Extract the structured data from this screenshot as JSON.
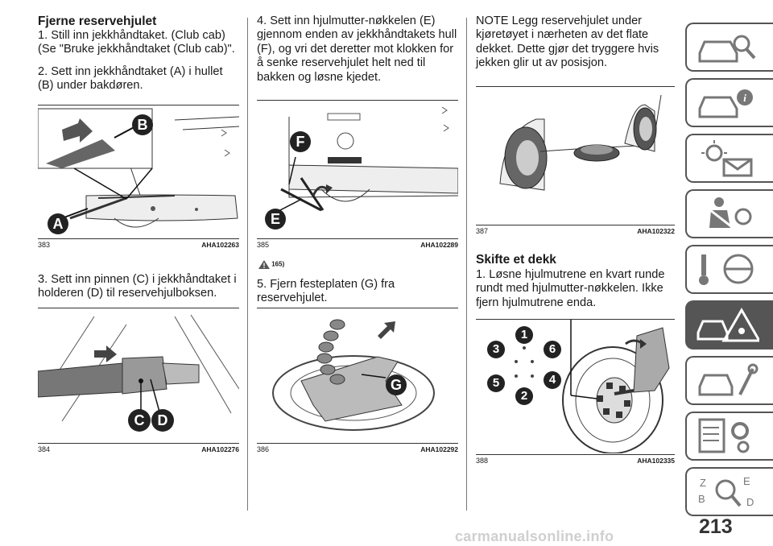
{
  "column1": {
    "heading": "Fjerne reservehjulet",
    "step1": "1. Still inn jekkhåndtaket. (Club cab) (Se \"Bruke jekkhåndtaket (Club cab)\".",
    "step2": "2. Sett inn jekkhåndtaket (A) i hullet (B) under bakdøren.",
    "figure1": {
      "number": "383",
      "code": "AHA102263",
      "labels": [
        "B",
        "A"
      ]
    },
    "step3": "3. Sett inn pinnen (C) i jekkhåndtaket i holderen (D) til reservehjulboksen.",
    "figure2": {
      "number": "384",
      "code": "AHA102276",
      "labels": [
        "C",
        "D"
      ]
    }
  },
  "column2": {
    "step4": "4. Sett inn hjulmutter-nøkkelen (E) gjennom enden av jekkhåndtakets hull (F), og vri det deretter mot klokken for å senke reservehjulet helt ned til bakken og løsne kjedet.",
    "figure3": {
      "number": "385",
      "code": "AHA102289",
      "labels": [
        "F",
        "E"
      ]
    },
    "warning_ref": "165)",
    "step5": "5. Fjern festeplaten (G) fra reservehjulet.",
    "figure4": {
      "number": "386",
      "code": "AHA102292",
      "labels": [
        "G"
      ]
    }
  },
  "column3": {
    "note": "NOTE  Legg reservehjulet under kjøretøyet i nærheten av det flate dekket. Dette gjør det tryggere hvis jekken glir ut av posisjon.",
    "figure5": {
      "number": "387",
      "code": "AHA102322"
    },
    "heading2": "Skifte et dekk",
    "step1": "1. Løsne hjulmutrene en kvart runde rundt med hjulmutter-nøkkelen. Ikke fjern hjulmutrene enda.",
    "figure6": {
      "number": "388",
      "code": "AHA102335",
      "labels": [
        "1",
        "3",
        "6",
        "5",
        "4",
        "2"
      ]
    }
  },
  "sidebar_tabs": [
    {
      "icon": "car-search-icon",
      "active": false
    },
    {
      "icon": "car-info-icon",
      "active": false
    },
    {
      "icon": "warning-light-mail-icon",
      "active": false
    },
    {
      "icon": "seatbelt-airbag-icon",
      "active": false
    },
    {
      "icon": "steering-key-icon",
      "active": false
    },
    {
      "icon": "car-crash-warning-icon",
      "active": true
    },
    {
      "icon": "car-wrench-icon",
      "active": false
    },
    {
      "icon": "spec-sheet-gears-icon",
      "active": false
    },
    {
      "icon": "index-magnifier-icon",
      "active": false
    }
  ],
  "page_number": "213",
  "watermark": "carmanualsonline.info"
}
